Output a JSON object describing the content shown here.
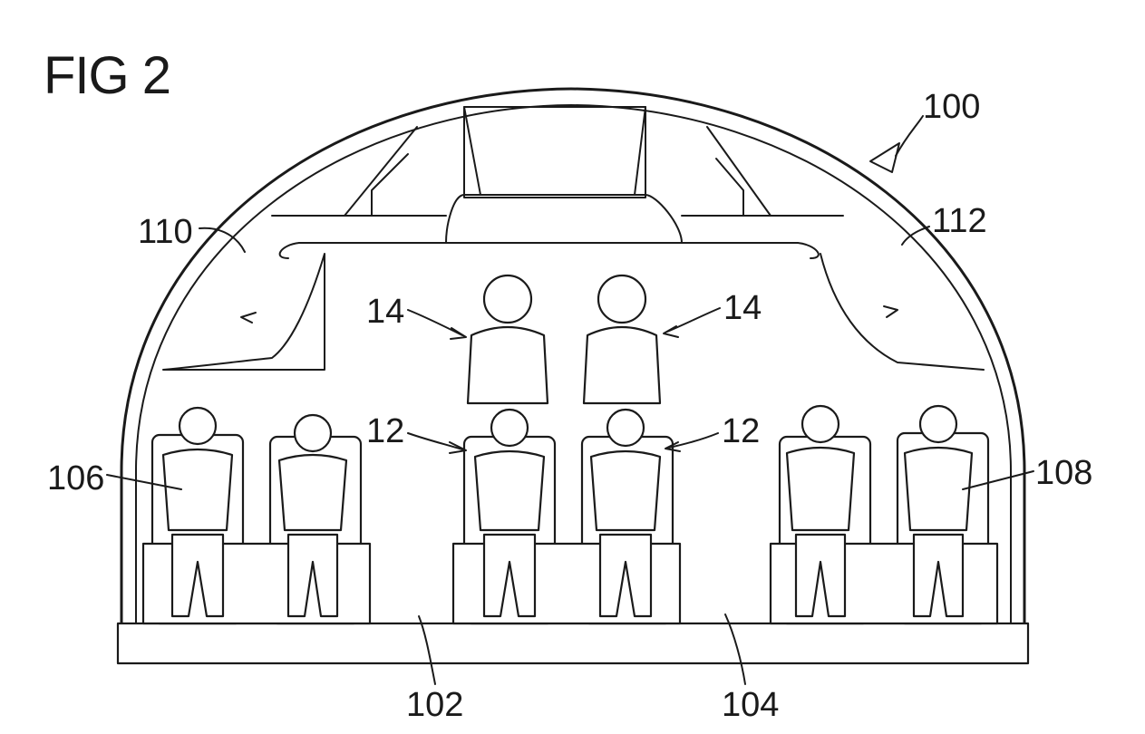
{
  "figure": {
    "title": "FIG 2",
    "labels": {
      "fuselage": "100",
      "aisle_left": "102",
      "aisle_right": "104",
      "seat_group_left": "106",
      "seat_group_right": "108",
      "bin_left": "110",
      "bin_right": "112",
      "standing_left": "14",
      "standing_right": "14",
      "seated_left": "12",
      "seated_right": "12"
    }
  }
}
